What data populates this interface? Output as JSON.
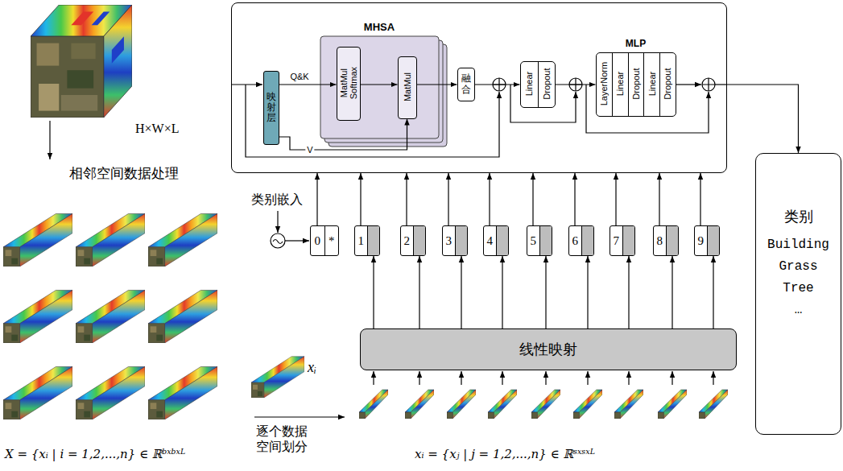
{
  "diagram": {
    "nodes": [
      {
        "text": []
      },
      {
        "text": [
          "映射层"
        ],
        "in": 0
      },
      {
        "text": [
          "MHSA"
        ],
        "in": 0
      },
      {
        "text": [
          "MatMul Softmax"
        ],
        "in": 2
      },
      {
        "text": [
          "MatMul"
        ],
        "in": 2
      },
      {
        "text": [
          "融合"
        ],
        "in": 0
      },
      {
        "text": [
          "Linear",
          "Dropout"
        ],
        "in": 0
      },
      {
        "text": [
          "MLP",
          "LayerNorm",
          "Linear",
          "Dropout",
          "Linear",
          "Dropout"
        ],
        "in": 0
      },
      {
        "text": [
          "0",
          "*"
        ]
      },
      {
        "text": [
          "1"
        ]
      },
      {
        "text": [
          "2"
        ]
      },
      {
        "text": [
          "3"
        ]
      },
      {
        "text": [
          "4"
        ]
      },
      {
        "text": [
          "5"
        ]
      },
      {
        "text": [
          "6"
        ]
      },
      {
        "text": [
          "7"
        ]
      },
      {
        "text": [
          "8"
        ]
      },
      {
        "text": [
          "9"
        ]
      },
      {
        "text": [
          "线性映射"
        ]
      },
      {
        "text": [
          "类别",
          "Building",
          "Grass",
          "Tree",
          "…"
        ]
      }
    ],
    "edges": [
      {
        "from": 1,
        "to": 3,
        "arrow": "to",
        "label": "Q&K"
      },
      {
        "from": 1,
        "to": 4,
        "arrow": "to",
        "label": "V"
      },
      {
        "from": 3,
        "to": 4,
        "arrow": "to"
      },
      {
        "from": 4,
        "to": 5,
        "arrow": "to"
      },
      {
        "from": 5,
        "to": 6,
        "arrow": "to"
      },
      {
        "from": 6,
        "to": 7,
        "arrow": "to"
      },
      {
        "from": 0,
        "to": 19,
        "arrow": "to"
      },
      {
        "from": 8,
        "to": 0,
        "arrow": "to"
      },
      {
        "from": 9,
        "to": 0,
        "arrow": "to"
      },
      {
        "from": 10,
        "to": 0,
        "arrow": "to"
      },
      {
        "from": 11,
        "to": 0,
        "arrow": "to"
      },
      {
        "from": 12,
        "to": 0,
        "arrow": "to"
      },
      {
        "from": 13,
        "to": 0,
        "arrow": "to"
      },
      {
        "from": 14,
        "to": 0,
        "arrow": "to"
      },
      {
        "from": 15,
        "to": 0,
        "arrow": "to"
      },
      {
        "from": 16,
        "to": 0,
        "arrow": "to"
      },
      {
        "from": 17,
        "to": 0,
        "arrow": "to"
      },
      {
        "from": 18,
        "to": 9,
        "arrow": "to"
      },
      {
        "from": 18,
        "to": 10,
        "arrow": "to"
      },
      {
        "from": 18,
        "to": 11,
        "arrow": "to"
      },
      {
        "from": 18,
        "to": 12,
        "arrow": "to"
      },
      {
        "from": 18,
        "to": 13,
        "arrow": "to"
      },
      {
        "from": 18,
        "to": 14,
        "arrow": "to"
      },
      {
        "from": 18,
        "to": 15,
        "arrow": "to"
      },
      {
        "from": 18,
        "to": 16,
        "arrow": "to"
      },
      {
        "from": 18,
        "to": 17,
        "arrow": "to"
      }
    ],
    "labels": [
      "H×W×L",
      "相邻空间数据处理",
      "X = {xᵢ | i = 1,2,...,n} ∈ ℝᵇˣᵇˣᴸ",
      "xᵢ",
      "逐个数据 空间划分",
      "xᵢ = {xⱼ | j = 1,2,...,n} ∈ ℝˢˣˢˣᴸ",
      "类别嵌入"
    ]
  }
}
